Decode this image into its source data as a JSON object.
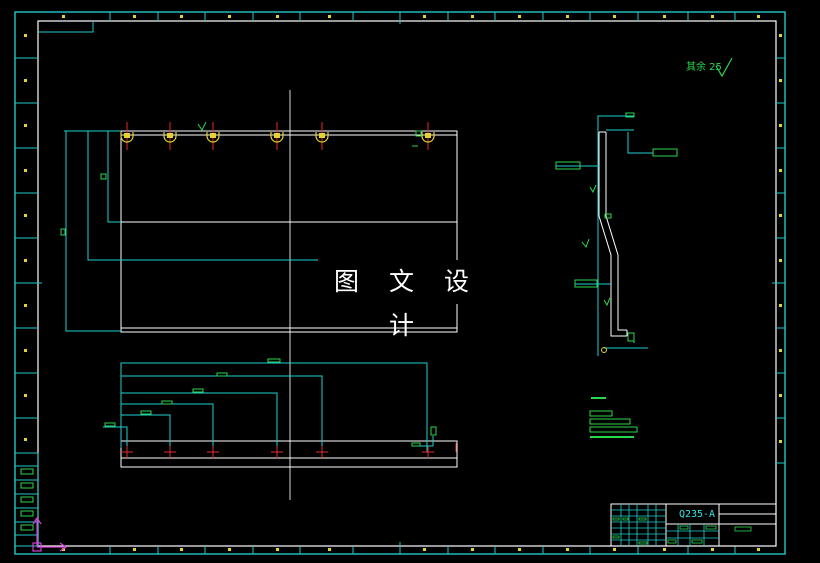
{
  "drawing": {
    "watermark": "图 文 设 计",
    "roughness_note": "其余 25",
    "material": "Q235-A"
  },
  "colors": {
    "background": "#000000",
    "frame": "#ffffff",
    "zone_border": "#20c8c8",
    "dimension": "#1fd1d1",
    "geometry": "#ffffff",
    "center_line": "#d8d8d8",
    "annotation_green": "#2bd84b",
    "weld_red": "#e02b2b",
    "hole_yellow": "#e6d22e",
    "ucs_magenta": "#d640d6"
  },
  "icons": {
    "surface_finish": "surface-roughness-icon",
    "ucs": "ucs-axis-icon"
  }
}
